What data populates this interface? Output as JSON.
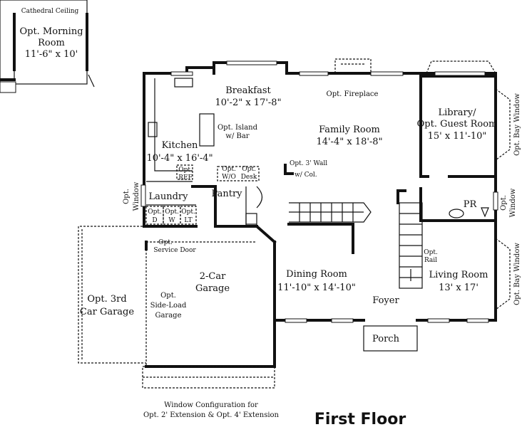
{
  "title": "First Floor",
  "labels": {
    "cathedral": "Cathedral Ceiling",
    "morning_1": "Opt. Morning",
    "morning_2": "Room",
    "morning_dim": "11'-6\" x 10'",
    "breakfast": "Breakfast",
    "breakfast_dim": "10'-2\" x 17'-8\"",
    "fireplace": "Opt. Fireplace",
    "library_1": "Library/",
    "library_2": "Opt. Guest Room",
    "library_dim": "15' x 11'-10\"",
    "bay_window_1": "Opt. Bay Window",
    "bay_window_2": "Opt. Bay Window",
    "island_1": "Opt. Island",
    "island_2": "w/ Bar",
    "kitchen": "Kitchen",
    "kitchen_dim": "10'-4\" x 16'-4\"",
    "family": "Family Room",
    "family_dim": "14'-4\" x 18'-8\"",
    "wall_1": "Opt. 3' Wall",
    "wall_2": "w/ Col.",
    "opt_a": "Opt.",
    "ref": "REF",
    "wo_1": "Opt.",
    "wo_2": "W/O",
    "desk_1": "Opt.",
    "desk_2": "Desk",
    "window_left_1": "Opt.",
    "window_left_2": "Window",
    "window_right_1": "Opt.",
    "window_right_2": "Window",
    "laundry": "Laundry",
    "pantry": "Pantry",
    "opt_d": "Opt.",
    "d": "D",
    "opt_w": "Opt.",
    "w": "W",
    "opt_lt": "Opt.",
    "lt": "LT",
    "pr": "PR",
    "service_1": "Opt.",
    "service_2": "Service Door",
    "garage_1": "2-Car",
    "garage_2": "Garage",
    "third_1": "Opt. 3rd",
    "third_2": "Car Garage",
    "side_1": "Opt.",
    "side_2": "Side-Load",
    "side_3": "Garage",
    "dining": "Dining Room",
    "dining_dim": "11'-10\" x 14'-10\"",
    "rail_1": "Opt.",
    "rail_2": "Rail",
    "living": "Living Room",
    "living_dim": "13' x 17'",
    "foyer": "Foyer",
    "porch": "Porch",
    "wincfg_1": "Window Configuration for",
    "wincfg_2": "Opt. 2' Extension & Opt. 4' Extension"
  }
}
